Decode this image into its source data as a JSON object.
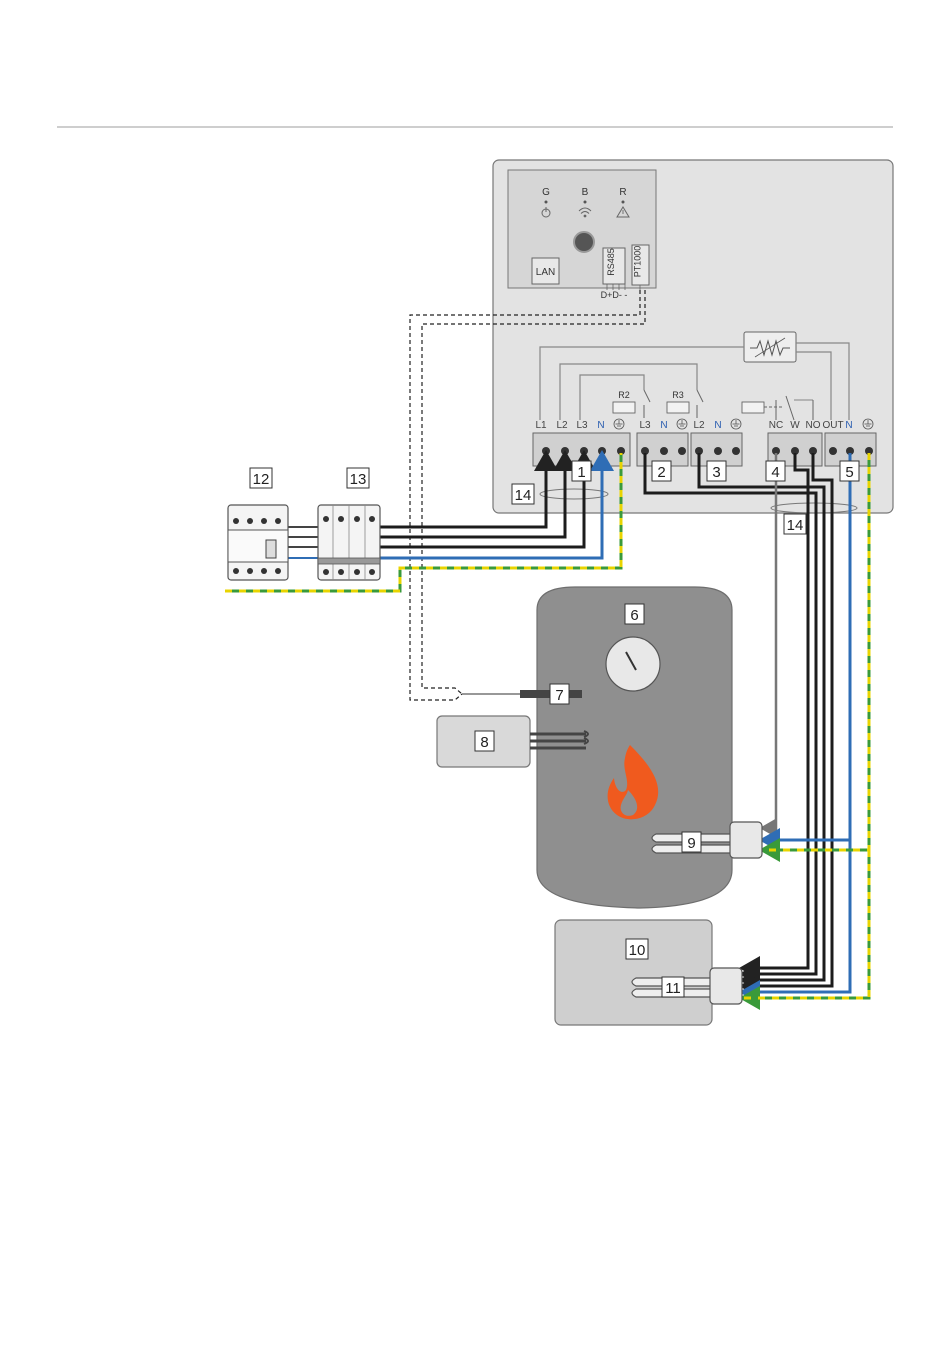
{
  "controller": {
    "leds": [
      {
        "letter": "G",
        "icon": "power-icon"
      },
      {
        "letter": "B",
        "icon": "wifi-icon"
      },
      {
        "letter": "R",
        "icon": "warning-icon"
      }
    ],
    "lan": "LAN",
    "rs485": "RS485",
    "pt1000": "PT1000",
    "rs485_pins": "D+D- -",
    "relay_r2": "R2",
    "relay_r3": "R3",
    "terminals": {
      "t1": [
        "L1",
        "L2",
        "L3",
        "N"
      ],
      "t2": [
        "L3",
        "N"
      ],
      "t3": [
        "L2",
        "N"
      ],
      "t4": [
        "NC",
        "W",
        "NO"
      ],
      "t5": [
        "OUT",
        "N"
      ]
    }
  },
  "callouts": {
    "c1": "1",
    "c2": "2",
    "c3": "3",
    "c4": "4",
    "c5": "5",
    "c6": "6",
    "c7": "7",
    "c8": "8",
    "c9": "9",
    "c10": "10",
    "c11": "11",
    "c12": "12",
    "c13": "13",
    "c14a": "14",
    "c14b": "14"
  },
  "colors": {
    "neutral_blue": "#2f6db5",
    "earth_green": "#3a9a3a",
    "earth_yellow": "#e8d400",
    "flame": "#f05a1e",
    "tank": "#8f8f8f",
    "controller": "#e2e2e2"
  }
}
